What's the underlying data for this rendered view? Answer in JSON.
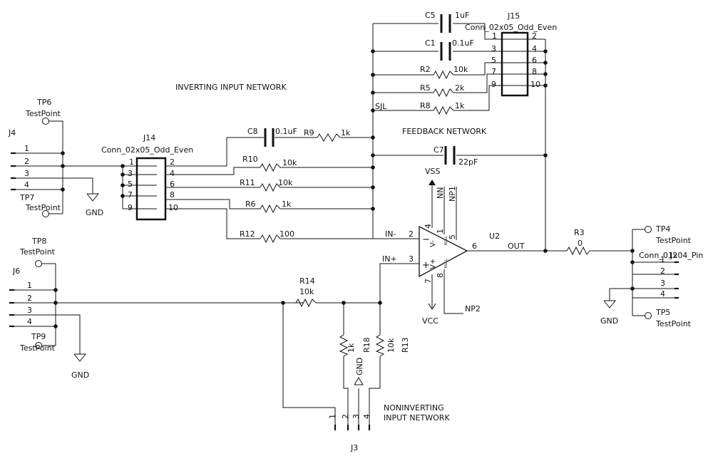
{
  "labels": {
    "inverting_network": "INVERTING INPUT NETWORK",
    "feedback_network": "FEEDBACK NETWORK",
    "noninverting_1": "NONINVERTING",
    "noninverting_2": "INPUT NETWORK",
    "sjl": "SJL"
  },
  "nets": {
    "in_minus": "IN-",
    "in_plus": "IN+",
    "out": "OUT",
    "np2": "NP2"
  },
  "power": {
    "vss": "VSS",
    "vcc": "VCC",
    "gnd": "GND"
  },
  "opamp": {
    "ref": "U2",
    "pins": {
      "p1": "1",
      "p2": "2",
      "p3": "3",
      "p4": "4",
      "p5": "5",
      "p6": "6",
      "p7": "7",
      "p8": "8"
    },
    "inv_sign": "−",
    "noninv_sign": "+",
    "v_minus": "V-",
    "v_plus": "V+",
    "null_label": "NULL",
    "nn": "NN",
    "np1": "NP1"
  },
  "testpoints": {
    "tp4": {
      "ref": "TP4",
      "val": "TestPoint"
    },
    "tp5": {
      "ref": "TP5",
      "val": "TestPoint"
    },
    "tp6": {
      "ref": "TP6",
      "val": "TestPoint"
    },
    "tp7": {
      "ref": "TP7",
      "val": "TestPoint"
    },
    "tp8": {
      "ref": "TP8",
      "val": "TestPoint"
    },
    "tp9": {
      "ref": "TP9",
      "val": "TestPoint"
    }
  },
  "connectors": {
    "j2": {
      "ref": "J2",
      "val": "Conn_01x04_Pin",
      "pins": [
        "1",
        "2",
        "3",
        "4"
      ]
    },
    "j3": {
      "ref": "J3",
      "pins": [
        "1",
        "2",
        "3",
        "4"
      ]
    },
    "j4": {
      "ref": "J4",
      "pins": [
        "1",
        "2",
        "3",
        "4"
      ]
    },
    "j6": {
      "ref": "J6",
      "pins": [
        "1",
        "2",
        "3",
        "4"
      ]
    },
    "j14": {
      "ref": "J14",
      "val": "Conn_02x05_Odd_Even",
      "pins": [
        "1",
        "2",
        "3",
        "4",
        "5",
        "6",
        "7",
        "8",
        "9",
        "10"
      ]
    },
    "j15": {
      "ref": "J15",
      "val": "Conn_02x05_Odd_Even",
      "pins": [
        "1",
        "2",
        "3",
        "4",
        "5",
        "6",
        "7",
        "8",
        "9",
        "10"
      ]
    }
  },
  "resistors": {
    "r2": {
      "ref": "R2",
      "val": "10k"
    },
    "r3": {
      "ref": "R3",
      "val": "0"
    },
    "r5": {
      "ref": "R5",
      "val": "2k"
    },
    "r6": {
      "ref": "R6",
      "val": "1k"
    },
    "r8": {
      "ref": "R8",
      "val": "1k"
    },
    "r9": {
      "ref": "R9",
      "val": "1k"
    },
    "r10": {
      "ref": "R10",
      "val": "10k"
    },
    "r11": {
      "ref": "R11",
      "val": "10k"
    },
    "r12": {
      "ref": "R12",
      "val": "100"
    },
    "r13": {
      "ref": "R13",
      "val": "10k"
    },
    "r14": {
      "ref": "R14",
      "val": "10k"
    },
    "r18": {
      "ref": "R18",
      "val": "1k"
    }
  },
  "capacitors": {
    "c1": {
      "ref": "C1",
      "val": "0.1uF"
    },
    "c5": {
      "ref": "C5",
      "val": "1uF"
    },
    "c7": {
      "ref": "C7",
      "val": "22pF"
    },
    "c8": {
      "ref": "C8",
      "val": "0.1uF"
    }
  }
}
